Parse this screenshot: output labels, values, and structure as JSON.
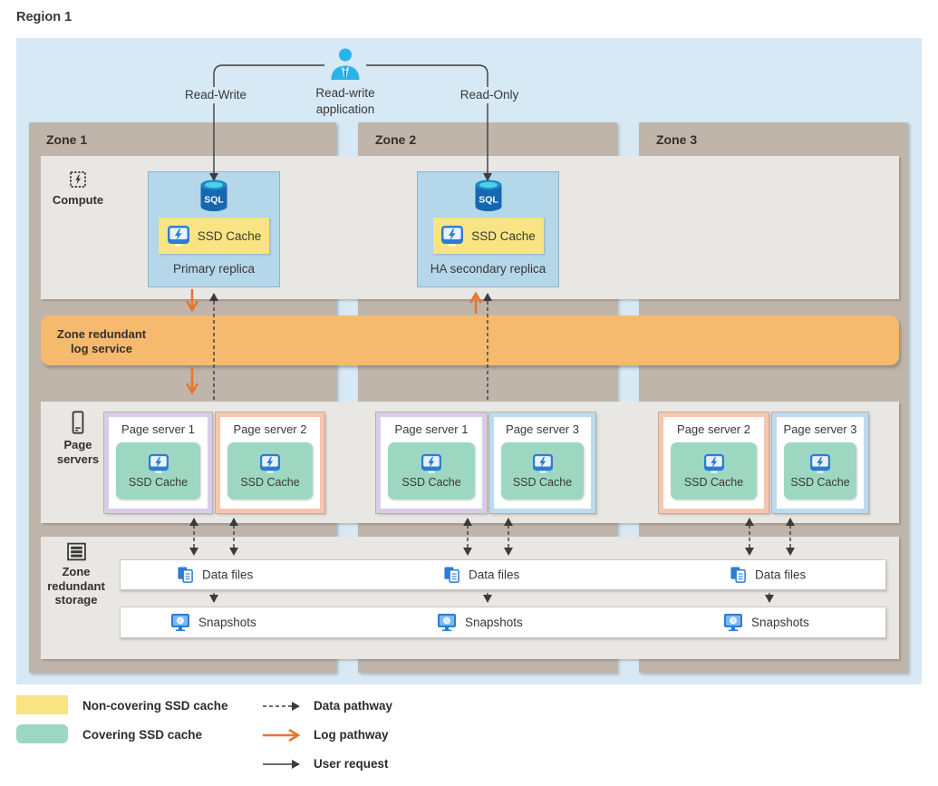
{
  "region": {
    "title": "Region 1"
  },
  "application": {
    "name": "Read-write\napplication",
    "read_write_label": "Read-Write",
    "read_only_label": "Read-Only"
  },
  "zones": [
    {
      "label": "Zone 1",
      "replica": "Primary replica",
      "page_servers": [
        "Page server 1",
        "Page server 2"
      ]
    },
    {
      "label": "Zone 2",
      "replica": "HA secondary replica",
      "page_servers": [
        "Page server 1",
        "Page server 3"
      ]
    },
    {
      "label": "Zone 3",
      "page_servers": [
        "Page server 2",
        "Page server 3"
      ]
    }
  ],
  "labels": {
    "compute": "Compute",
    "log_service": "Zone redundant\nlog service",
    "page_servers": "Page\nservers",
    "storage": "Zone\nredundant\nstorage",
    "ssd_cache": "SSD Cache",
    "data_files": "Data files",
    "snapshots": "Snapshots",
    "sql": "SQL"
  },
  "legend": {
    "items": [
      {
        "label": "Non-covering SSD cache"
      },
      {
        "label": "Covering SSD cache"
      },
      {
        "label": "Data pathway"
      },
      {
        "label": "Log pathway"
      },
      {
        "label": "User request"
      }
    ]
  },
  "colors": {
    "region_bg": "#d7e9f5",
    "zone_bg": "#bfb5ab",
    "band_bg": "#e9e7e3",
    "log_band": "#f6ba6e",
    "log_pathway": "#e8762b",
    "non_covering": "#f8e483",
    "covering": "#9dd7c2",
    "ps1_border": "#d8cde9",
    "ps2_border": "#f7c6ad",
    "ps3_border": "#bcdbf0",
    "replica_bg": "#b5d7ea",
    "icon_blue": "#2c7cd4",
    "dark": "#383838"
  }
}
